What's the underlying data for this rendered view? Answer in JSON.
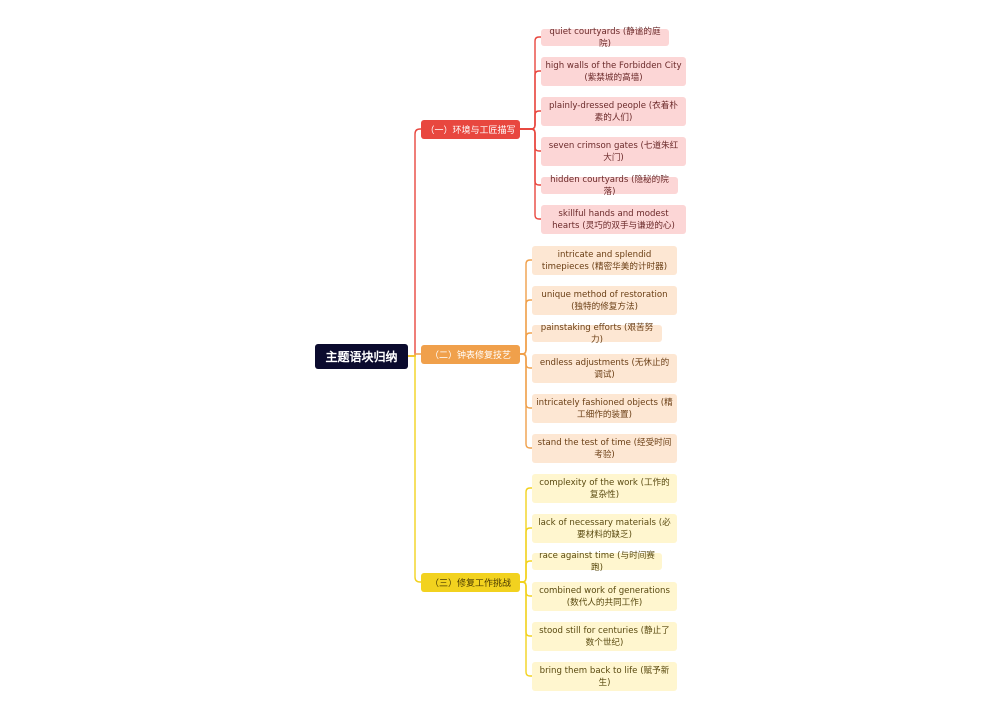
{
  "root": {
    "label": "主题语块归纳"
  },
  "colors": {
    "root_bg": "#0b0b2e",
    "branch_1": "#e8473f",
    "branch_2": "#f0a04b",
    "branch_3": "#f2d21f",
    "leaf_1_bg": "#fcd6d6",
    "leaf_2_bg": "#fde7d3",
    "leaf_3_bg": "#fff6cf"
  },
  "branches": [
    {
      "label": "（一）环境与工匠描写",
      "items": [
        "quiet courtyards (静谧的庭院)",
        "high walls of the Forbidden City (紫禁城的高墙)",
        "plainly-dressed people (衣着朴素的人们)",
        "seven crimson gates (七道朱红大门)",
        "hidden courtyards (隐秘的院落)",
        "skillful hands and modest hearts (灵巧的双手与谦逊的心)"
      ]
    },
    {
      "label": "（二）钟表修复技艺",
      "items": [
        "intricate and splendid timepieces (精密华美的计时器)",
        "unique method of restoration (独特的修复方法)",
        "painstaking efforts (艰苦努力)",
        "endless adjustments (无休止的调试)",
        "intricately fashioned objects (精工细作的装置)",
        "stand the test of time (经受时间考验)"
      ]
    },
    {
      "label": "（三）修复工作挑战",
      "items": [
        "complexity of the work (工作的复杂性)",
        "lack of necessary materials (必要材料的缺乏)",
        "race against time (与时间赛跑)",
        "combined work of generations (数代人的共同工作)",
        "stood still for centuries (静止了数个世纪)",
        "bring them back to life (赋予新生)"
      ]
    }
  ]
}
